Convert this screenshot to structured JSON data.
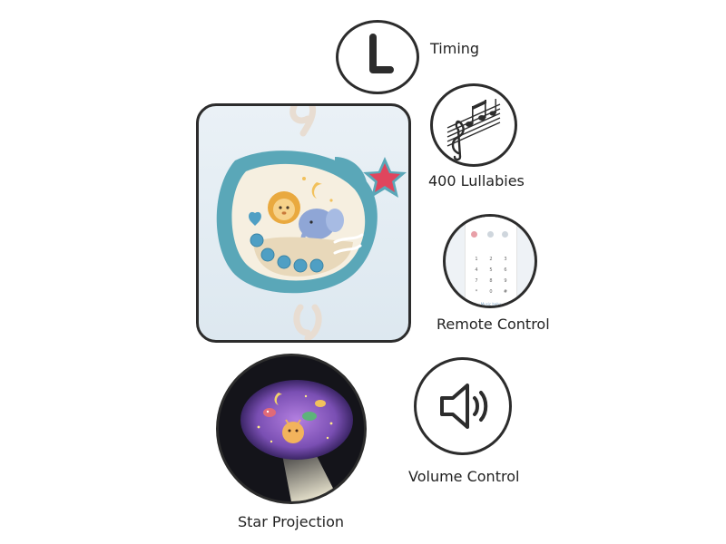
{
  "features": [
    {
      "id": "timing",
      "label": "Timing",
      "icon": "clock-l-icon"
    },
    {
      "id": "lullabies",
      "label": "400 Lullabies",
      "icon": "music-notes-icon"
    },
    {
      "id": "remote",
      "label": "Remote Control",
      "icon": "remote-control-icon"
    },
    {
      "id": "volume",
      "label": "Volume Control",
      "icon": "speaker-icon"
    },
    {
      "id": "projection",
      "label": "Star Projection",
      "icon": "star-projection-icon"
    }
  ],
  "remote": {
    "keys": [
      "1",
      "2",
      "3",
      "4",
      "5",
      "6",
      "7",
      "8",
      "9",
      "*",
      "0",
      "#"
    ],
    "brand": "Music baby"
  },
  "colors": {
    "outline": "#2c2c2c",
    "device_teal": "#5aa7b8",
    "device_cream": "#f6efe0",
    "star_red": "#e0455d",
    "button_blue": "#4f9fc4",
    "projection_purple": "#7a4fb3"
  }
}
